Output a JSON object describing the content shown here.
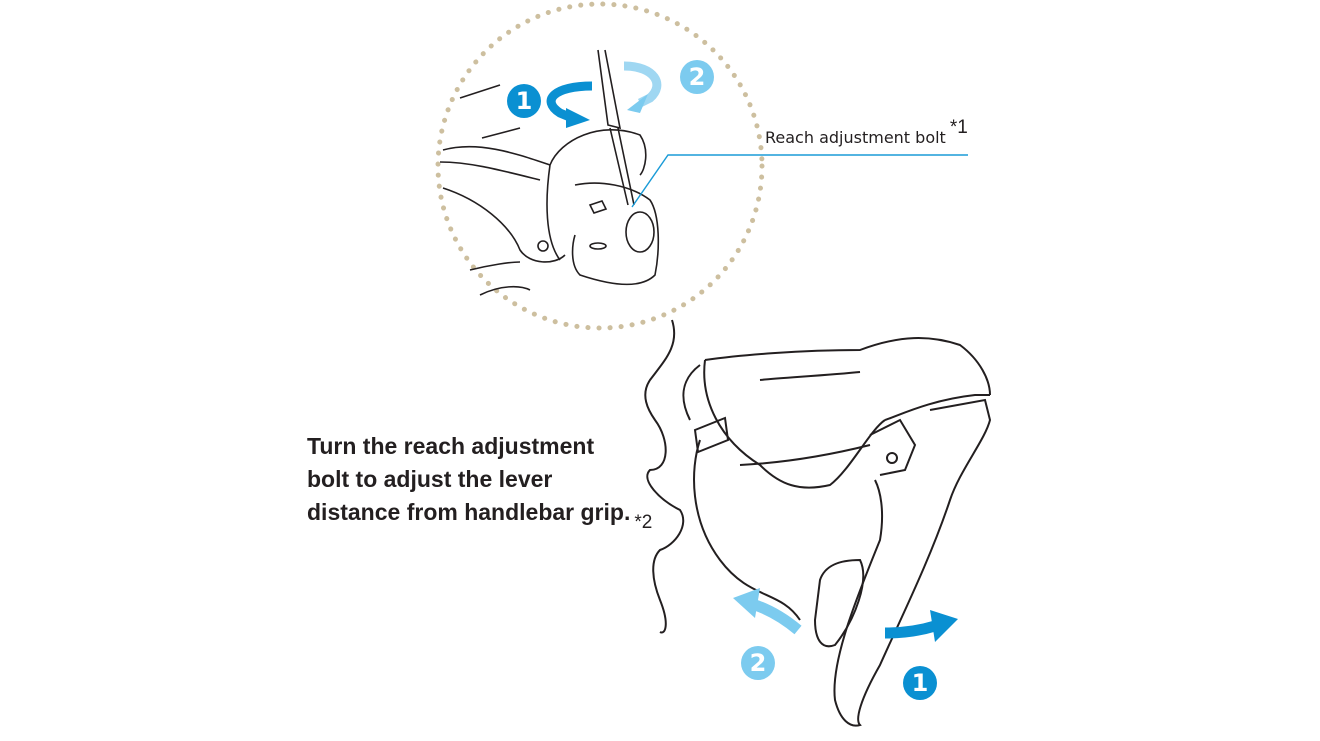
{
  "callout": {
    "label": "Reach adjustment bolt",
    "note": "*1"
  },
  "caption": {
    "lines": [
      "Turn the reach adjustment",
      "bolt to adjust the lever",
      "distance from handlebar grip."
    ],
    "note": "*2"
  },
  "steps": {
    "step1": "1",
    "step2": "2"
  },
  "colors": {
    "step1": "#0a90d2",
    "step2": "#7ccbef",
    "leader": "#1a9bd7",
    "dots": "#cdbf9f"
  }
}
